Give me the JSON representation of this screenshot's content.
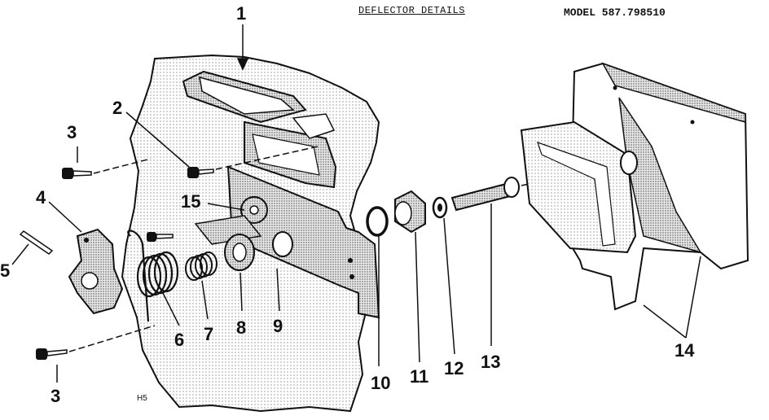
{
  "header": {
    "title": "DEFLECTOR DETAILS",
    "model": "MODEL 587.798510"
  },
  "footer_code": "H5",
  "callouts": [
    "1",
    "2",
    "3",
    "4",
    "5",
    "15",
    "6",
    "7",
    "8",
    "9",
    "10",
    "11",
    "12",
    "13",
    "14",
    "3"
  ],
  "colors": {
    "ink": "#111111",
    "paper": "#ffffff"
  }
}
